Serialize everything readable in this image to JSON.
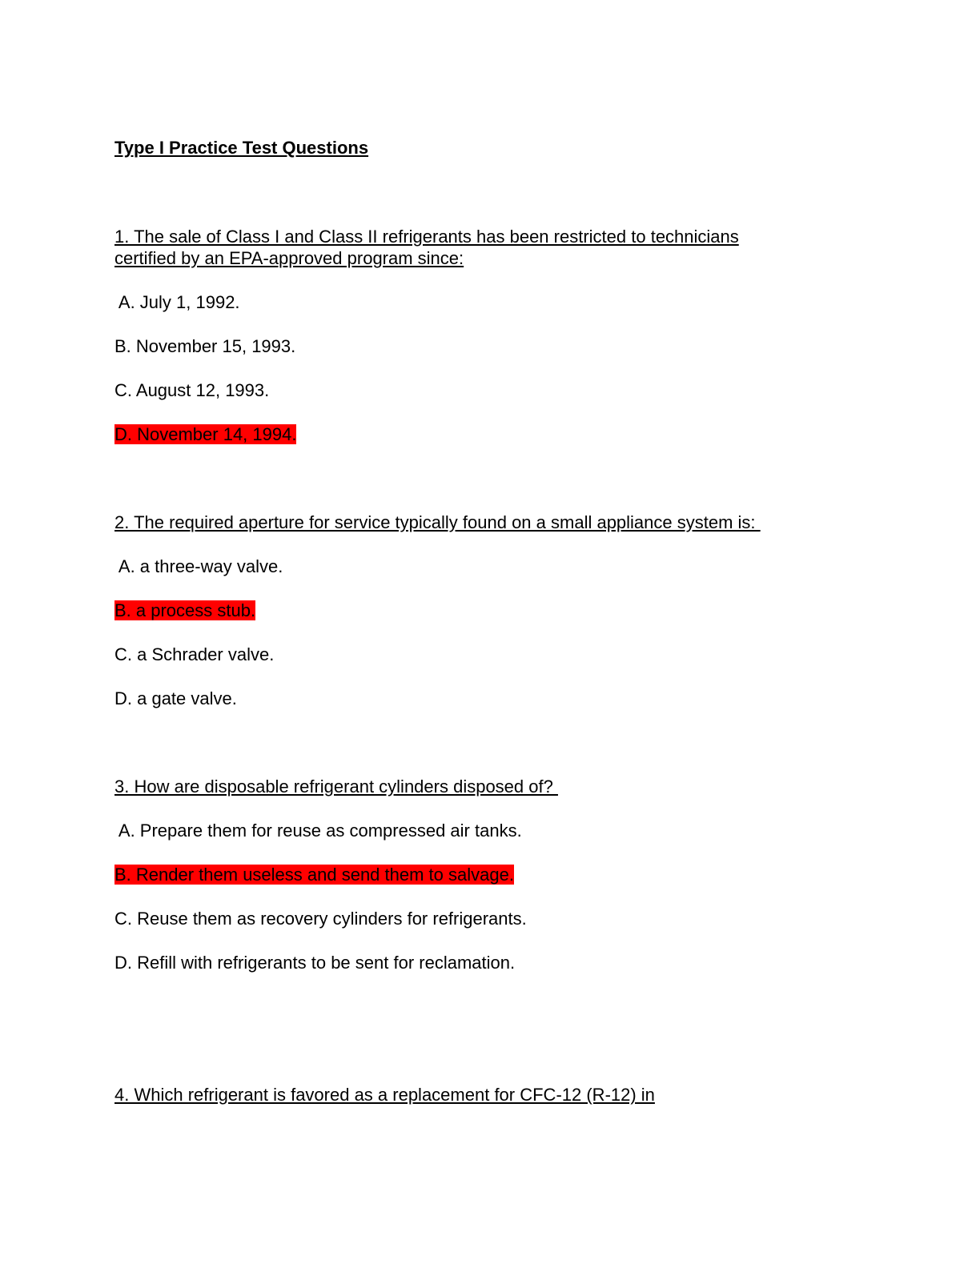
{
  "document": {
    "title": "Type I Practice Test Questions",
    "highlight_color": "#ff0000",
    "questions": [
      {
        "line1": "1. The sale of Class I and Class II refrigerants has been restricted to technicians ",
        "line2": "certified by an EPA-approved program since:",
        "options": [
          {
            "text": " A. July 1, 1992.",
            "highlighted": false
          },
          {
            "text": "B. November 15, 1993.",
            "highlighted": false
          },
          {
            "text": "C. August 12, 1993.",
            "highlighted": false
          },
          {
            "text": "D. November 14, 1994.",
            "highlighted": true
          }
        ]
      },
      {
        "line1": "2. The required aperture for service typically found on a small appliance system is: ",
        "options": [
          {
            "text": " A. a three-way valve.",
            "highlighted": false
          },
          {
            "text": "B. a process stub.",
            "highlighted": true
          },
          {
            "text": "C. a Schrader valve.",
            "highlighted": false
          },
          {
            "text": "D. a gate valve.",
            "highlighted": false
          }
        ]
      },
      {
        "line1": "3. How are disposable refrigerant cylinders disposed of? ",
        "options": [
          {
            "text": " A. Prepare them for reuse as compressed air tanks.",
            "highlighted": false
          },
          {
            "text": "B. Render them useless and send them to salvage.",
            "highlighted": true
          },
          {
            "text": "C. Reuse them as recovery cylinders for refrigerants.",
            "highlighted": false
          },
          {
            "text": "D. Refill with refrigerants to be sent for reclamation.",
            "highlighted": false
          }
        ]
      },
      {
        "line1": "4. Which refrigerant is favored as a replacement for CFC-12 (R-12) in"
      }
    ]
  }
}
